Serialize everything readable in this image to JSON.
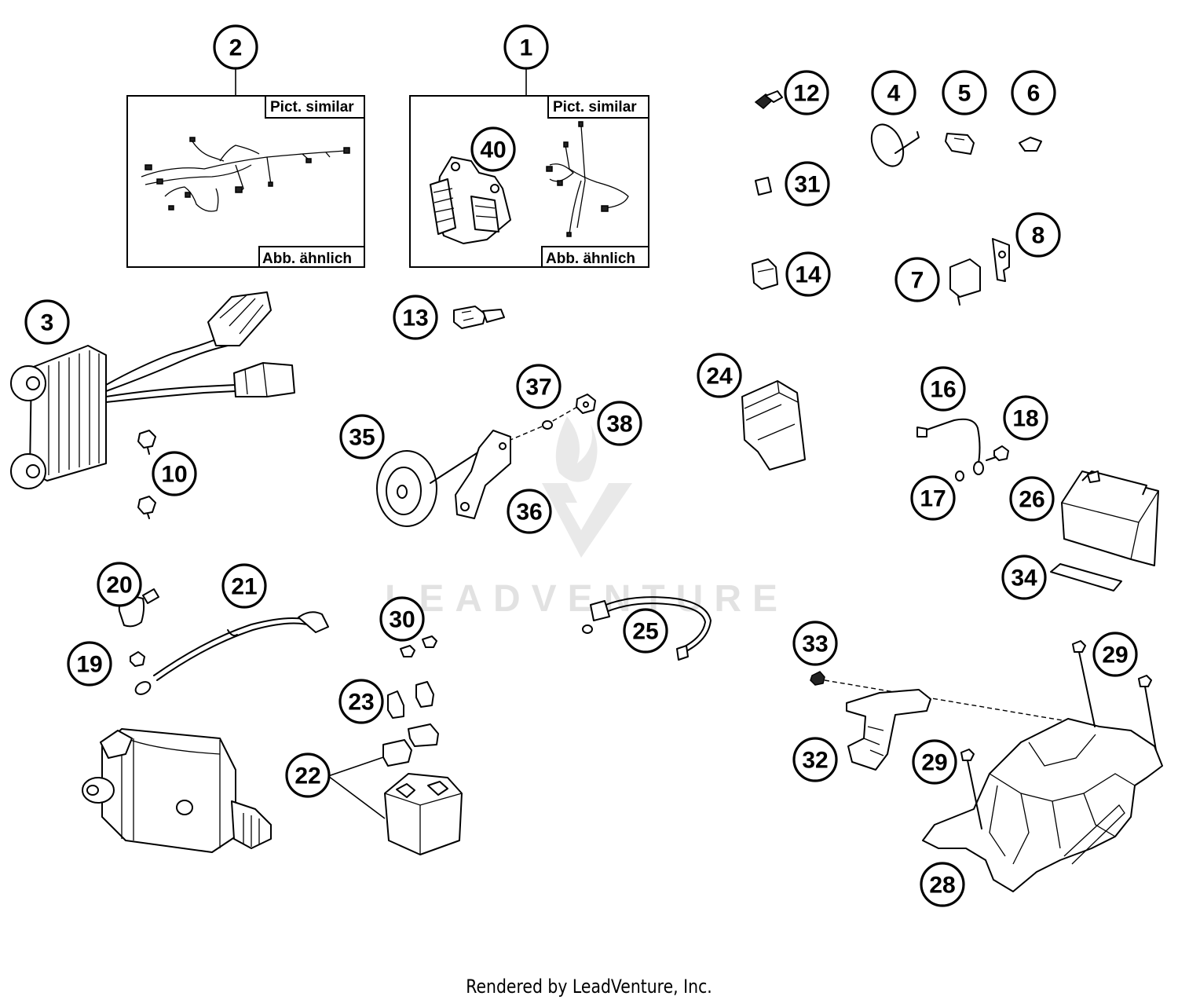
{
  "boxes": [
    {
      "callout": "2",
      "label_top": "Pict. similar",
      "label_bottom": "Abb. ähnlich"
    },
    {
      "callout": "1",
      "label_top": "Pict. similar",
      "label_bottom": "Abb. ähnlich"
    }
  ],
  "callouts": [
    "1",
    "2",
    "3",
    "4",
    "5",
    "6",
    "7",
    "8",
    "10",
    "12",
    "13",
    "14",
    "16",
    "17",
    "18",
    "19",
    "20",
    "21",
    "22",
    "23",
    "24",
    "25",
    "26",
    "28",
    "29",
    "29",
    "30",
    "31",
    "32",
    "33",
    "34",
    "35",
    "36",
    "37",
    "38",
    "40"
  ],
  "watermark": "LEADVENTURE",
  "footer": "Rendered by LeadVenture, Inc."
}
